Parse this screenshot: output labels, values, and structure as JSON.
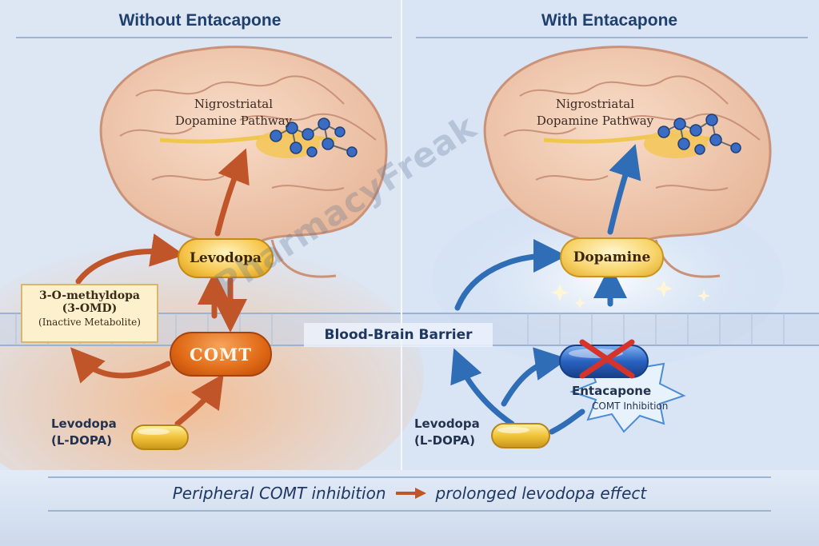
{
  "left_panel": {
    "title": "Without Entacapone",
    "pathway_label": [
      "Nigrostriatal",
      "Dopamine Pathway"
    ],
    "levodopa_node": "Levodopa",
    "comt_node": "COMT",
    "metabolite": {
      "name": "3-O-methyldopa",
      "abbr": "(3-OMD)",
      "note": "(Inactive Metabolite)"
    },
    "drug_label": [
      "Levodopa",
      "(L-DOPA)"
    ]
  },
  "right_panel": {
    "title": "With Entacapone",
    "pathway_label": [
      "Nigrostriatal",
      "Dopamine Pathway"
    ],
    "dopamine_node": "Dopamine",
    "inhibitor": "Entacapone",
    "inhibitor_effect": "COMT Inhibition",
    "drug_label": [
      "Levodopa",
      "(L-DOPA)"
    ]
  },
  "barrier_label": "Blood-Brain Barrier",
  "caption": {
    "left": "Peripheral COMT inhibition",
    "right": "prolonged levodopa effect"
  },
  "watermark": "PharmacyFreak",
  "colors": {
    "title": "#1f3f6e",
    "left_arrow": "#c0552a",
    "right_arrow": "#2f6db7",
    "comt": "#e06a16",
    "inhibit_x": "#d6342a"
  },
  "icons": [
    "brain-icon",
    "dopamine-molecule-icon",
    "capsule-icon",
    "cross-icon",
    "starburst-icon"
  ]
}
